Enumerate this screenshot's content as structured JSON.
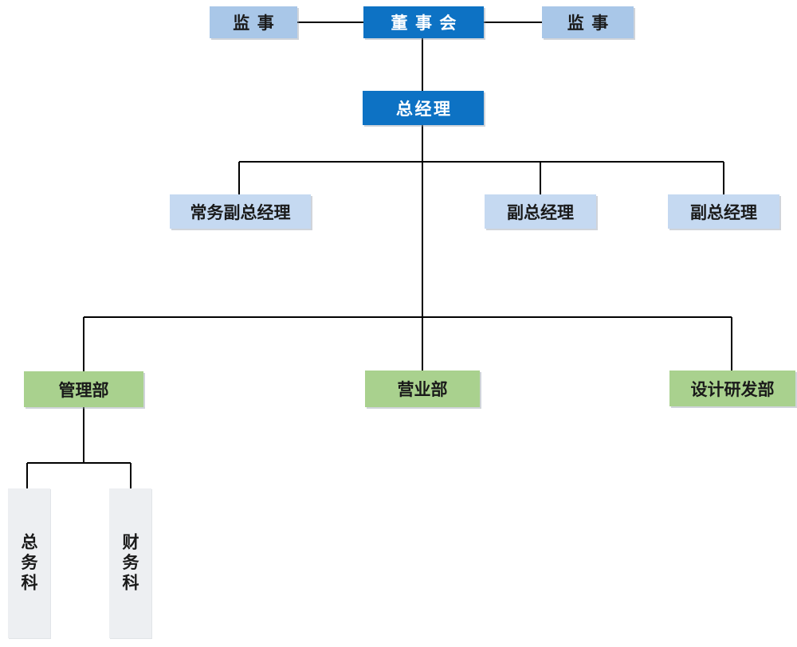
{
  "diagram": {
    "type": "org-chart",
    "labels": {
      "supervisor_left": "监事",
      "board": "董事会",
      "supervisor_right": "监事",
      "general_manager": "总经理",
      "exec_deputy_gm": "常务副总经理",
      "deputy_gm_1": "副总经理",
      "deputy_gm_2": "副总经理",
      "management_dept": "管理部",
      "sales_dept": "营业部",
      "design_rd_dept": "设计研发部",
      "general_affairs_section": "总务科",
      "finance_section": "财务科"
    },
    "edges": [
      {
        "from": "board",
        "to": "supervisor_left"
      },
      {
        "from": "board",
        "to": "supervisor_right"
      },
      {
        "from": "board",
        "to": "general_manager"
      },
      {
        "from": "general_manager",
        "to": "exec_deputy_gm"
      },
      {
        "from": "general_manager",
        "to": "deputy_gm_1"
      },
      {
        "from": "general_manager",
        "to": "deputy_gm_2"
      },
      {
        "from": "general_manager",
        "to": "management_dept"
      },
      {
        "from": "general_manager",
        "to": "sales_dept"
      },
      {
        "from": "general_manager",
        "to": "design_rd_dept"
      },
      {
        "from": "management_dept",
        "to": "general_affairs_section"
      },
      {
        "from": "management_dept",
        "to": "finance_section"
      }
    ],
    "colors": {
      "primary_blue": "#0d72c4",
      "supervisor_blue": "#a9c7e8",
      "deputy_blue": "#c5d9f1",
      "dept_green": "#a9d18e",
      "section_gray": "#edeff2",
      "connector": "#000000",
      "text_dark": "#1a1a1a",
      "text_on_blue": "#ffffff",
      "background": "#ffffff"
    }
  }
}
